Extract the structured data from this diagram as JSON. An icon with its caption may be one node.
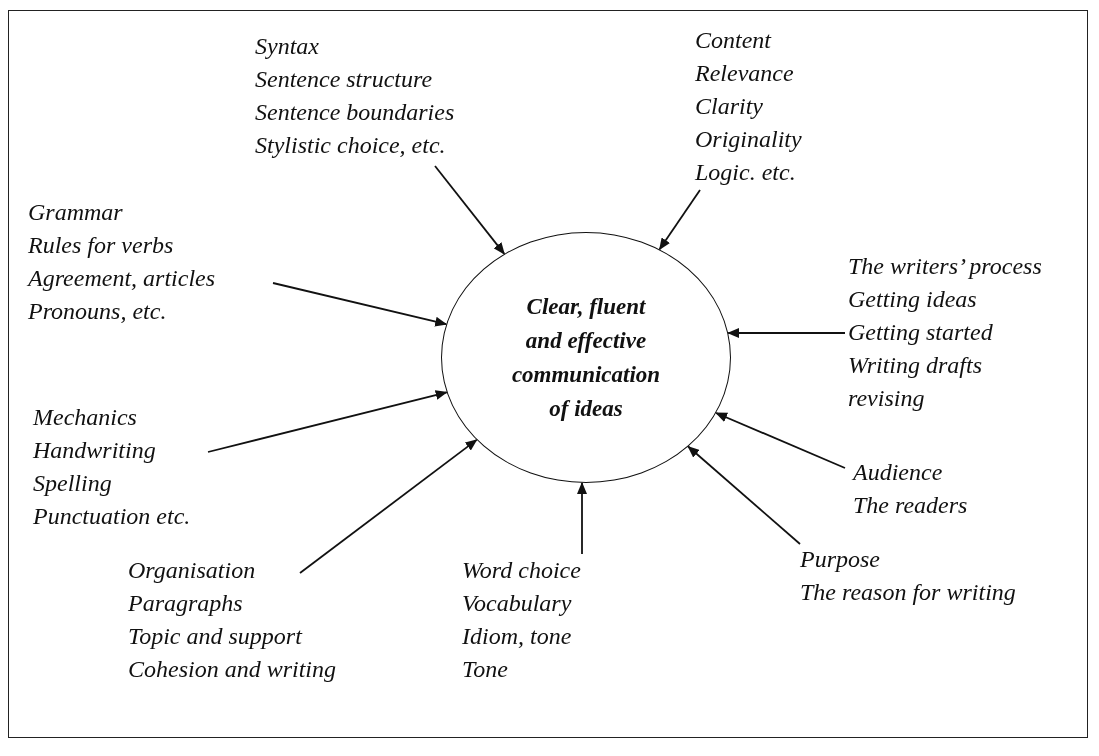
{
  "diagram": {
    "nodes": [
      {
        "text": [
          "Clear, fluent and effective communication of ideas"
        ]
      },
      {
        "text": [
          "Syntax",
          "Sentence structure",
          "Sentence boundaries",
          "Stylistic choice, etc."
        ]
      },
      {
        "text": [
          "Content",
          "Relevance",
          "Clarity",
          "Originality",
          "Logic. etc."
        ]
      },
      {
        "text": [
          "Grammar",
          "Rules for verbs",
          "Agreement, articles",
          "Pronouns, etc."
        ]
      },
      {
        "text": [
          "The writers’ process",
          "Getting ideas",
          "Getting started",
          "Writing drafts",
          "revising"
        ]
      },
      {
        "text": [
          "Mechanics",
          "Handwriting",
          "Spelling",
          "Punctuation etc."
        ]
      },
      {
        "text": [
          "Audience",
          "The readers"
        ]
      },
      {
        "text": [
          "Organisation",
          "Paragraphs",
          "Topic and support",
          "Cohesion and writing"
        ]
      },
      {
        "text": [
          "Word choice",
          "Vocabulary",
          "Idiom, tone",
          "Tone"
        ]
      },
      {
        "text": [
          "Purpose",
          "The reason for writing"
        ]
      }
    ],
    "edges": [
      {
        "from": 1,
        "to": 0,
        "arrow": "to"
      },
      {
        "from": 2,
        "to": 0,
        "arrow": "to"
      },
      {
        "from": 3,
        "to": 0,
        "arrow": "to"
      },
      {
        "from": 4,
        "to": 0,
        "arrow": "to"
      },
      {
        "from": 5,
        "to": 0,
        "arrow": "to"
      },
      {
        "from": 6,
        "to": 0,
        "arrow": "to"
      },
      {
        "from": 7,
        "to": 0,
        "arrow": "to"
      },
      {
        "from": 8,
        "to": 0,
        "arrow": "to"
      },
      {
        "from": 9,
        "to": 0,
        "arrow": "to"
      }
    ]
  }
}
